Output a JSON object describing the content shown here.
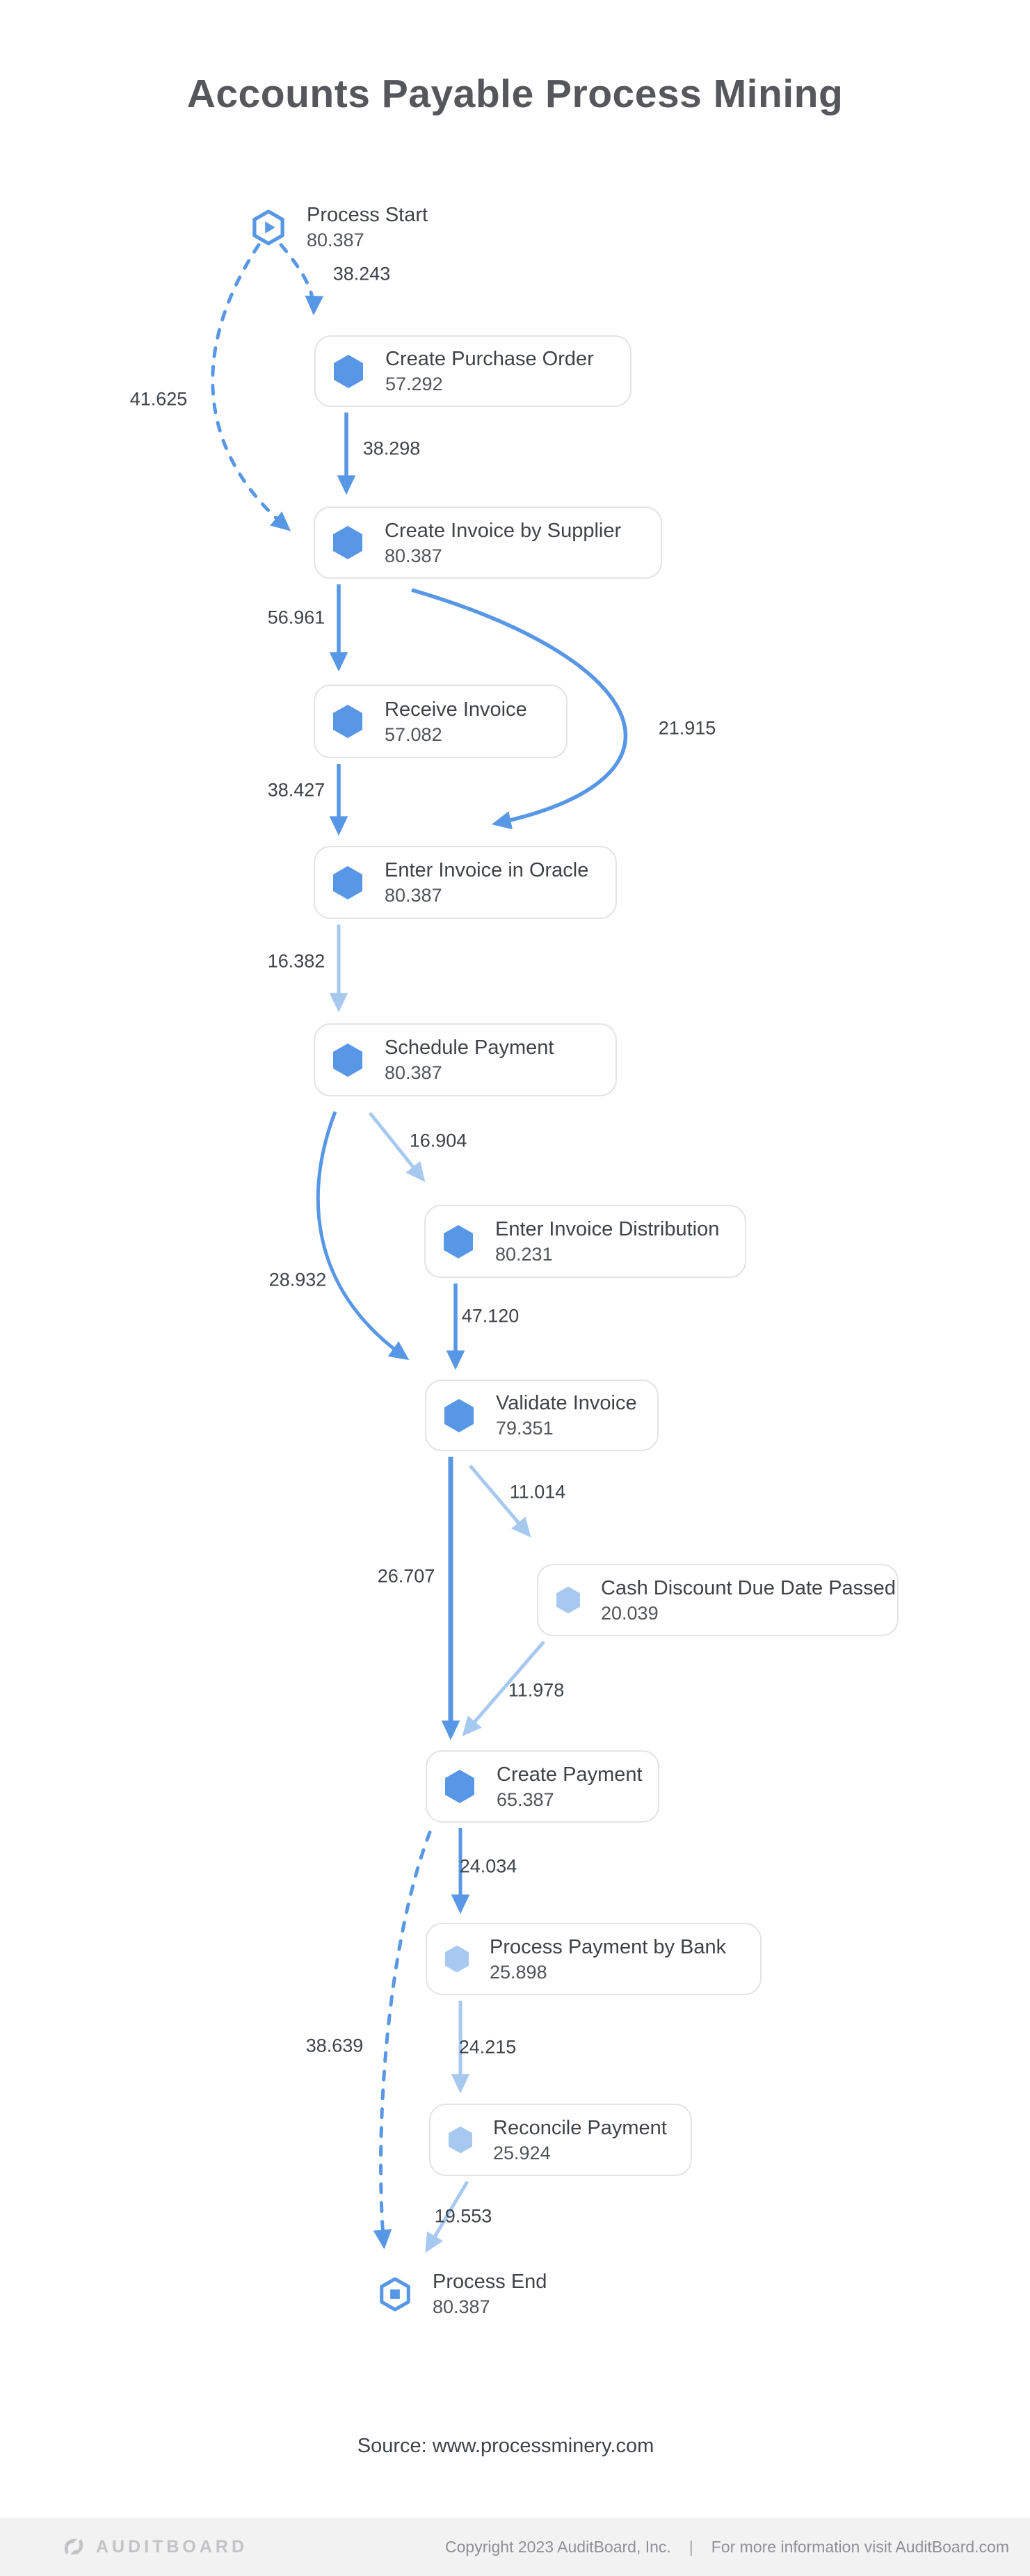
{
  "title": "Accounts Payable Process Mining",
  "source_note": "Source: www.processminery.com",
  "colors": {
    "accent_blue": "#5897e5",
    "accent_light_blue": "#a7c9ef",
    "node_border": "#e3e4e6",
    "text_dark": "#3f4348",
    "title_gray": "#55575b",
    "footer_bg": "#f2f2f3",
    "footer_text": "#8f9094"
  },
  "nodes": [
    {
      "id": "process-start",
      "label": "Process Start",
      "value": "80.387",
      "kind": "start"
    },
    {
      "id": "create-purchase-order",
      "label": "Create Purchase Order",
      "value": "57.292",
      "tone": "blue"
    },
    {
      "id": "create-invoice-by-supplier",
      "label": "Create Invoice by Supplier",
      "value": "80.387",
      "tone": "blue"
    },
    {
      "id": "receive-invoice",
      "label": "Receive Invoice",
      "value": "57.082",
      "tone": "blue"
    },
    {
      "id": "enter-invoice-in-oracle",
      "label": "Enter Invoice in Oracle",
      "value": "80.387",
      "tone": "blue"
    },
    {
      "id": "schedule-payment",
      "label": "Schedule Payment",
      "value": "80.387",
      "tone": "blue"
    },
    {
      "id": "enter-invoice-distribution",
      "label": "Enter Invoice Distribution",
      "value": "80.231",
      "tone": "blue"
    },
    {
      "id": "validate-invoice",
      "label": "Validate Invoice",
      "value": "79.351",
      "tone": "blue"
    },
    {
      "id": "cash-discount-due-date-passed",
      "label": "Cash Discount Due Date Passed",
      "value": "20.039",
      "tone": "light"
    },
    {
      "id": "create-payment",
      "label": "Create Payment",
      "value": "65.387",
      "tone": "blue"
    },
    {
      "id": "process-payment-by-bank",
      "label": "Process Payment by Bank",
      "value": "25.898",
      "tone": "light"
    },
    {
      "id": "reconcile-payment",
      "label": "Reconcile Payment",
      "value": "25.924",
      "tone": "light"
    },
    {
      "id": "process-end",
      "label": "Process End",
      "value": "80.387",
      "kind": "end"
    }
  ],
  "edges": [
    {
      "from": "Process Start",
      "to": "Create Purchase Order",
      "value": "38.243",
      "style": "dashed"
    },
    {
      "from": "Process Start",
      "to": "Create Invoice by Supplier",
      "value": "41.625",
      "style": "dashed"
    },
    {
      "from": "Create Purchase Order",
      "to": "Create Invoice by Supplier",
      "value": "38.298",
      "style": "solid-blue"
    },
    {
      "from": "Create Invoice by Supplier",
      "to": "Receive Invoice",
      "value": "56.961",
      "style": "solid-blue"
    },
    {
      "from": "Create Invoice by Supplier",
      "to": "Enter Invoice in Oracle",
      "value": "21.915",
      "style": "solid-blue"
    },
    {
      "from": "Receive Invoice",
      "to": "Enter Invoice in Oracle",
      "value": "38.427",
      "style": "solid-blue"
    },
    {
      "from": "Enter Invoice in Oracle",
      "to": "Schedule Payment",
      "value": "16.382",
      "style": "solid-light"
    },
    {
      "from": "Schedule Payment",
      "to": "Enter Invoice Distribution",
      "value": "16.904",
      "style": "solid-light"
    },
    {
      "from": "Schedule Payment",
      "to": "Validate Invoice",
      "value": "28.932",
      "style": "solid-blue"
    },
    {
      "from": "Enter Invoice Distribution",
      "to": "Validate Invoice",
      "value": "47.120",
      "style": "solid-blue"
    },
    {
      "from": "Validate Invoice",
      "to": "Cash Discount Due Date Passed",
      "value": "11.014",
      "style": "solid-light"
    },
    {
      "from": "Validate Invoice",
      "to": "Create Payment",
      "value": "26.707",
      "style": "solid-blue"
    },
    {
      "from": "Cash Discount Due Date Passed",
      "to": "Create Payment",
      "value": "11.978",
      "style": "solid-light"
    },
    {
      "from": "Create Payment",
      "to": "Process Payment by Bank",
      "value": "24.034",
      "style": "solid-blue"
    },
    {
      "from": "Create Payment",
      "to": "Process End",
      "value": "38.639",
      "style": "dashed"
    },
    {
      "from": "Process Payment by Bank",
      "to": "Reconcile Payment",
      "value": "24.215",
      "style": "solid-light"
    },
    {
      "from": "Reconcile Payment",
      "to": "Process End",
      "value": "19.553",
      "style": "solid-light"
    }
  ],
  "footer": {
    "brand": "AUDITBOARD",
    "copyright": "Copyright 2023 AuditBoard, Inc.",
    "divider": "|",
    "info": "For more information visit AuditBoard.com"
  }
}
